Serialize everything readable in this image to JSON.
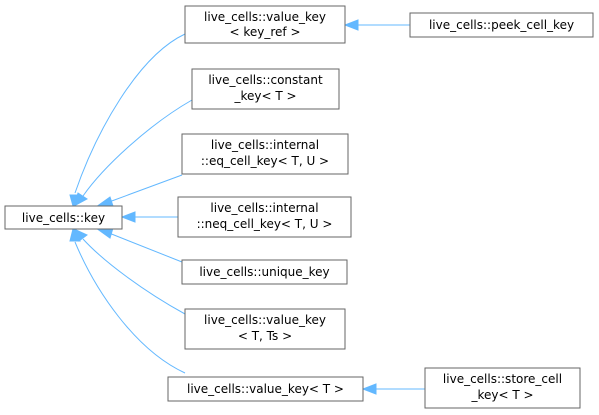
{
  "nodes": {
    "key": {
      "lines": [
        "live_cells::key"
      ]
    },
    "value_key_ref": {
      "lines": [
        "live_cells::value_key",
        "< key_ref >"
      ]
    },
    "peek_cell_key": {
      "lines": [
        "live_cells::peek_cell_key"
      ]
    },
    "constant_key": {
      "lines": [
        "live_cells::constant",
        "_key< T >"
      ]
    },
    "eq_cell_key": {
      "lines": [
        "live_cells::internal",
        "::eq_cell_key< T, U >"
      ]
    },
    "neq_cell_key": {
      "lines": [
        "live_cells::internal",
        "::neq_cell_key< T, U >"
      ]
    },
    "unique_key": {
      "lines": [
        "live_cells::unique_key"
      ]
    },
    "value_key_t_ts": {
      "lines": [
        "live_cells::value_key",
        "< T, Ts >"
      ]
    },
    "value_key_t": {
      "lines": [
        "live_cells::value_key< T >"
      ]
    },
    "store_cell_key": {
      "lines": [
        "live_cells::store_cell",
        "_key< T >"
      ]
    }
  },
  "edges": [
    {
      "from": "value_key_ref",
      "to": "key"
    },
    {
      "from": "constant_key",
      "to": "key"
    },
    {
      "from": "eq_cell_key",
      "to": "key"
    },
    {
      "from": "neq_cell_key",
      "to": "key"
    },
    {
      "from": "unique_key",
      "to": "key"
    },
    {
      "from": "value_key_t_ts",
      "to": "key"
    },
    {
      "from": "value_key_t",
      "to": "key"
    },
    {
      "from": "peek_cell_key",
      "to": "value_key_ref"
    },
    {
      "from": "store_cell_key",
      "to": "value_key_t"
    }
  ],
  "colors": {
    "edge": "#63b8ff",
    "node_border": "#666666",
    "node_fill": "#ffffff"
  }
}
